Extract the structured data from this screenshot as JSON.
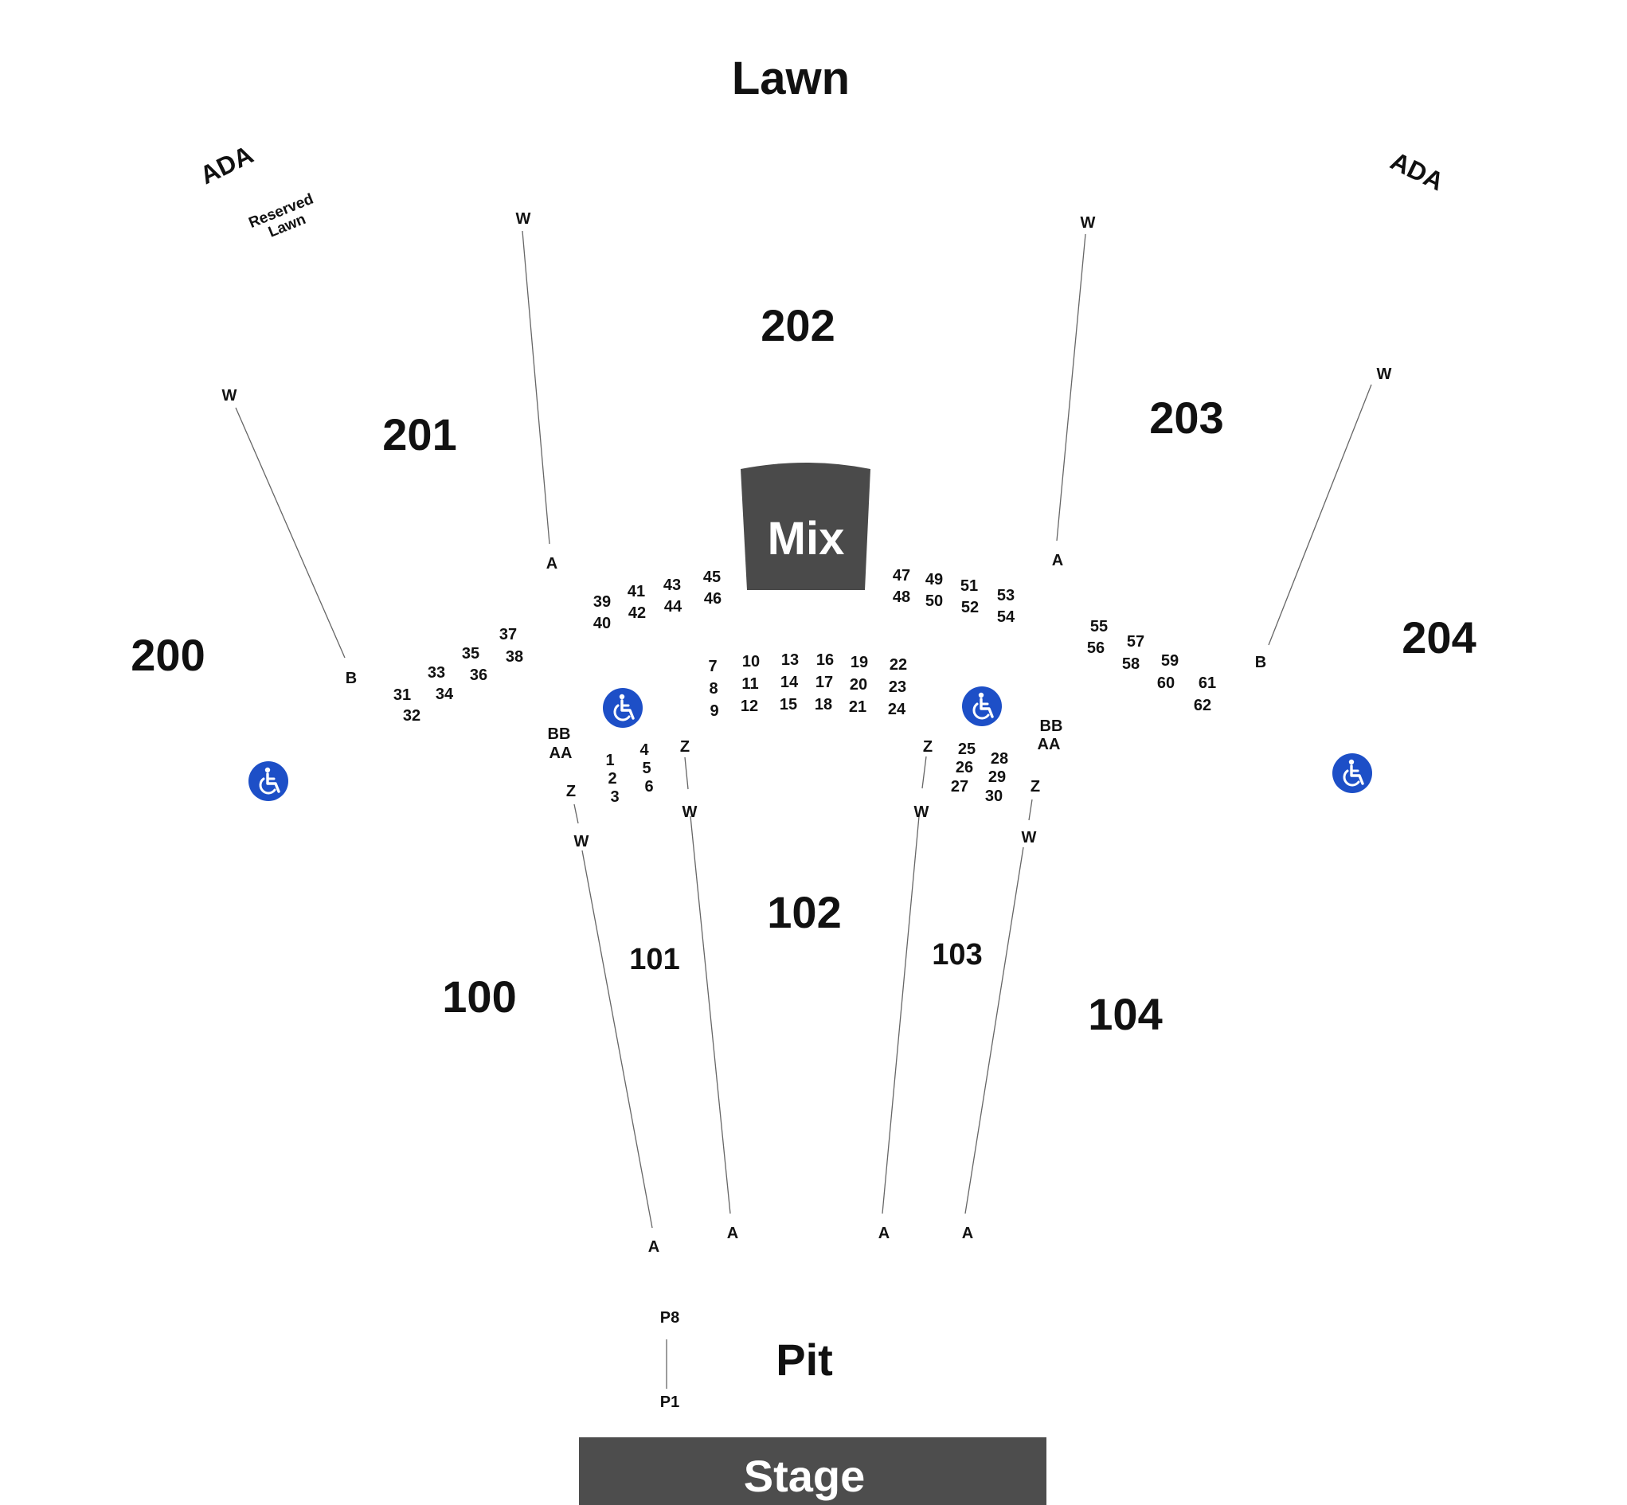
{
  "venue": {
    "lawn": "Lawn",
    "ada_left": "ADA",
    "ada_right": "ADA",
    "reserved_lawn_line1": "Reserved",
    "reserved_lawn_line2": "Lawn",
    "mix": "Mix",
    "pit": "Pit",
    "stage": "Stage"
  },
  "colors": {
    "mix_fill": "#4a4a4a",
    "stage_fill": "#4d4d4d",
    "accessible_icon": "#1d4fc7",
    "text": "#111111"
  },
  "sections": {
    "s200": "200",
    "s201": "201",
    "s202": "202",
    "s203": "203",
    "s204": "204",
    "s100": "100",
    "s101": "101",
    "s102": "102",
    "s103": "103",
    "s104": "104"
  },
  "row_labels": {
    "w": "W",
    "a": "A",
    "b": "B",
    "z": "Z",
    "aa": "AA",
    "bb": "BB",
    "p1": "P1",
    "p8": "P8"
  },
  "boxes": {
    "b1": "1",
    "b2": "2",
    "b3": "3",
    "b4": "4",
    "b5": "5",
    "b6": "6",
    "b7": "7",
    "b8": "8",
    "b9": "9",
    "b10": "10",
    "b11": "11",
    "b12": "12",
    "b13": "13",
    "b14": "14",
    "b15": "15",
    "b16": "16",
    "b17": "17",
    "b18": "18",
    "b19": "19",
    "b20": "20",
    "b21": "21",
    "b22": "22",
    "b23": "23",
    "b24": "24",
    "b25": "25",
    "b26": "26",
    "b27": "27",
    "b28": "28",
    "b29": "29",
    "b30": "30",
    "b31": "31",
    "b32": "32",
    "b33": "33",
    "b34": "34",
    "b35": "35",
    "b36": "36",
    "b37": "37",
    "b38": "38",
    "b39": "39",
    "b40": "40",
    "b41": "41",
    "b42": "42",
    "b43": "43",
    "b44": "44",
    "b45": "45",
    "b46": "46",
    "b47": "47",
    "b48": "48",
    "b49": "49",
    "b50": "50",
    "b51": "51",
    "b52": "52",
    "b53": "53",
    "b54": "54",
    "b55": "55",
    "b56": "56",
    "b57": "57",
    "b58": "58",
    "b59": "59",
    "b60": "60",
    "b61": "61",
    "b62": "62"
  },
  "icons": {
    "accessible": "wheelchair-icon"
  }
}
